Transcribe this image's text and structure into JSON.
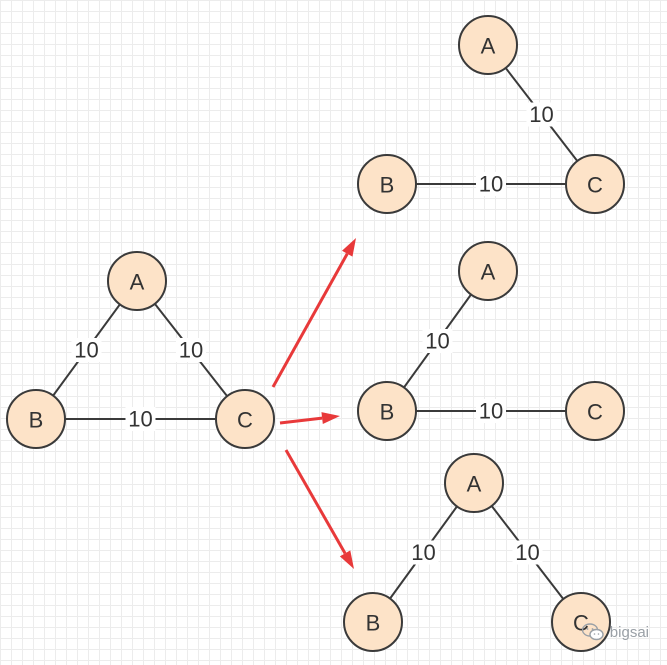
{
  "watermark": {
    "text": "bigsai",
    "icon": "wechat-icon"
  },
  "colors": {
    "node_fill": "#fde3c8",
    "node_stroke": "#3a3a3a",
    "arrow": "#e8393a"
  },
  "graphs": [
    {
      "id": "original",
      "nodes": [
        {
          "id": "A",
          "label": "A"
        },
        {
          "id": "B",
          "label": "B"
        },
        {
          "id": "C",
          "label": "C"
        }
      ],
      "edges": [
        {
          "from": "A",
          "to": "B",
          "weight": "10"
        },
        {
          "from": "A",
          "to": "C",
          "weight": "10"
        },
        {
          "from": "B",
          "to": "C",
          "weight": "10"
        }
      ]
    },
    {
      "id": "spanning-tree-1",
      "nodes": [
        {
          "id": "A",
          "label": "A"
        },
        {
          "id": "B",
          "label": "B"
        },
        {
          "id": "C",
          "label": "C"
        }
      ],
      "edges": [
        {
          "from": "A",
          "to": "C",
          "weight": "10"
        },
        {
          "from": "B",
          "to": "C",
          "weight": "10"
        }
      ]
    },
    {
      "id": "spanning-tree-2",
      "nodes": [
        {
          "id": "A",
          "label": "A"
        },
        {
          "id": "B",
          "label": "B"
        },
        {
          "id": "C",
          "label": "C"
        }
      ],
      "edges": [
        {
          "from": "A",
          "to": "B",
          "weight": "10"
        },
        {
          "from": "B",
          "to": "C",
          "weight": "10"
        }
      ]
    },
    {
      "id": "spanning-tree-3",
      "nodes": [
        {
          "id": "A",
          "label": "A"
        },
        {
          "id": "B",
          "label": "B"
        },
        {
          "id": "C",
          "label": "C"
        }
      ],
      "edges": [
        {
          "from": "A",
          "to": "B",
          "weight": "10"
        },
        {
          "from": "A",
          "to": "C",
          "weight": "10"
        }
      ]
    }
  ],
  "arrows": [
    {
      "from": "original",
      "to": "spanning-tree-1"
    },
    {
      "from": "original",
      "to": "spanning-tree-2"
    },
    {
      "from": "original",
      "to": "spanning-tree-3"
    }
  ]
}
